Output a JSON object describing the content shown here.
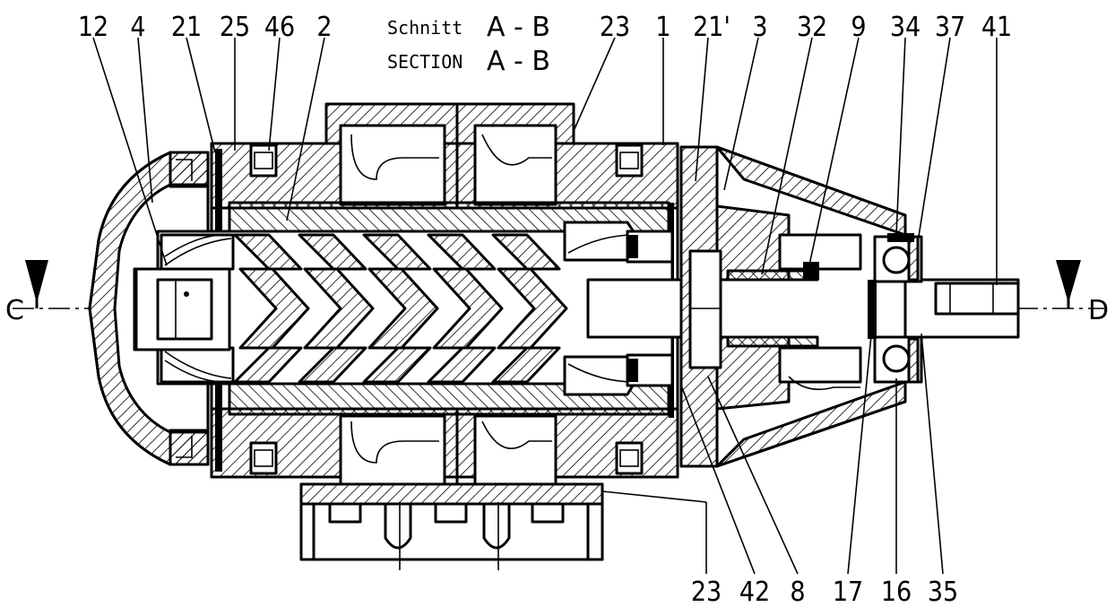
{
  "title": {
    "de_word": "Schnitt",
    "en_word": "SECTION",
    "de_section": "A - B",
    "en_section": "A - B"
  },
  "top_labels": [
    "12",
    "4",
    "21",
    "25",
    "46",
    "2",
    "23",
    "1",
    "21'",
    "3",
    "32",
    "9",
    "34",
    "37",
    "41"
  ],
  "bottom_labels": [
    "23",
    "42",
    "8",
    "17",
    "16",
    "35"
  ],
  "section_line": {
    "left": "C",
    "right": "D"
  }
}
